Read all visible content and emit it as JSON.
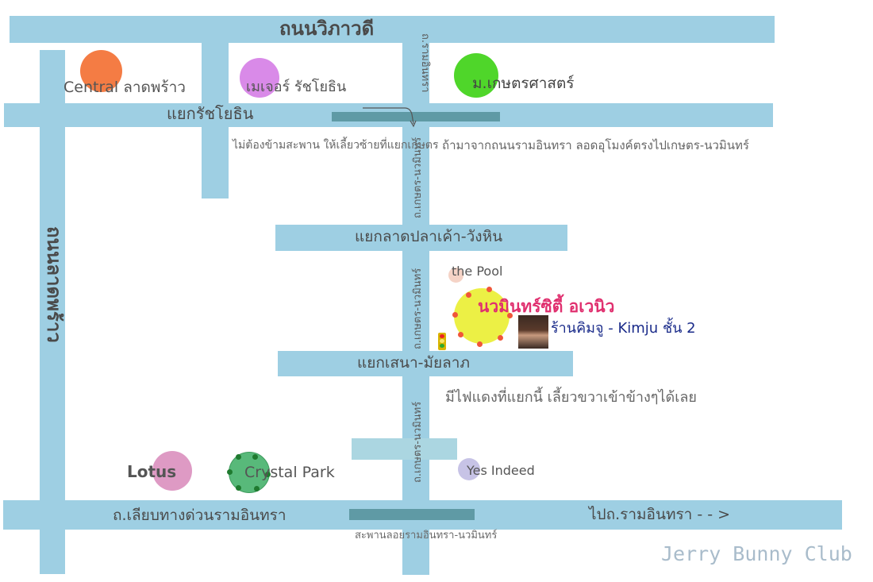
{
  "roads": {
    "vibhavadi": "ถนนวิภาวดี",
    "lat_phrao": "ถนนลาดพร้าว",
    "ratchayothin_intersection": "แยกรัชโยธิน",
    "ratchayothin_side": "ถ.รามอินทรา",
    "kaset_nawamin_upper": "ถ.เกษตร-นวมินทร์",
    "kaset_nawamin_mid": "ถ.เกษตร-นวมินทร์",
    "kaset_nawamin_lower": "ถ.เกษตร-นวมินทร์",
    "lat_pla_khao": "แยกลาดปลาเค้า-วังหิน",
    "sena_intersection": "แยกเสนา-มัยลาภ",
    "expressway": "ถ.เลียบทางด่วนรามอินทรา",
    "to_ram_inthra": "ไปถ.รามอินทรา - - >",
    "bridge": "สะพานลอยรามอินทรา-นวมินทร์"
  },
  "landmarks": {
    "central": "Central ลาดพร้าว",
    "major": "เมเจอร์ รัชโยธิน",
    "ku": "ม.เกษตรศาสตร์",
    "the_pool": "the Pool",
    "nawamin_city": "นวมินทร์ซิตี้ อเวนิว",
    "kimju": "ร้านคิมจู - Kimju ชั้น 2",
    "lotus": "Lotus",
    "crystal_park": "Crystal Park",
    "yes_indeed": "Yes Indeed"
  },
  "notes": {
    "no_bridge": "ไม่ต้องข้ามสะพาน ให้เลี้ยวซ้ายที่แยกเกษตร",
    "from_ram_inthra": "ถ้ามาจากถนนรามอินทรา ลอดอุโมงค์ตรงไปเกษตร-นวมินทร์",
    "traffic_light": "มีไฟแดงที่แยกนี้ เลี้ยวขวาเข้าข้างๆได้เลย"
  },
  "watermark": "Jerry Bunny Club",
  "colors": {
    "road": "#9ecfe3",
    "central": "#f47c44",
    "major": "#d98ae8",
    "ku": "#4fd62a",
    "nawamin_city": "#ecf045",
    "lotus": "#de9ac4",
    "crystal_park": "#58b97a",
    "yes_indeed": "#c7c3e6",
    "the_pool": "#f5d3c6",
    "highlight_text": "#e0306f",
    "kimju_text": "#1a2b8a"
  }
}
